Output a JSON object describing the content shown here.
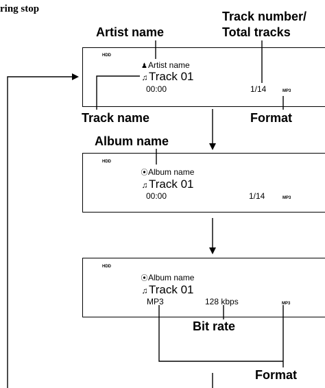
{
  "header": {
    "section_title_partial": "ring stop"
  },
  "labels": {
    "track_number_total_line1": "Track number/",
    "track_number_total_line2": "Total tracks",
    "artist_name": "Artist name",
    "track_name": "Track name",
    "format_1": "Format",
    "album_name": "Album name",
    "bit_rate": "Bit rate",
    "format_2": "Format"
  },
  "screens": [
    {
      "hdd": "HDD",
      "line1_icon": "artist-icon",
      "line1_text": "Artist name",
      "line2_text": "Track 01",
      "time": "00:00",
      "track_count": "1/14",
      "format": "MP3"
    },
    {
      "hdd": "HDD",
      "line1_icon": "album-icon",
      "line1_text": "Album name",
      "line2_text": "Track 01",
      "time": "00:00",
      "track_count": "1/14",
      "format": "MP3"
    },
    {
      "hdd": "HDD",
      "line1_icon": "album-icon",
      "line1_text": "Album name",
      "line2_text": "Track 01",
      "codec": "MP3",
      "bitrate": "128 kbps",
      "format": "MP3"
    }
  ]
}
